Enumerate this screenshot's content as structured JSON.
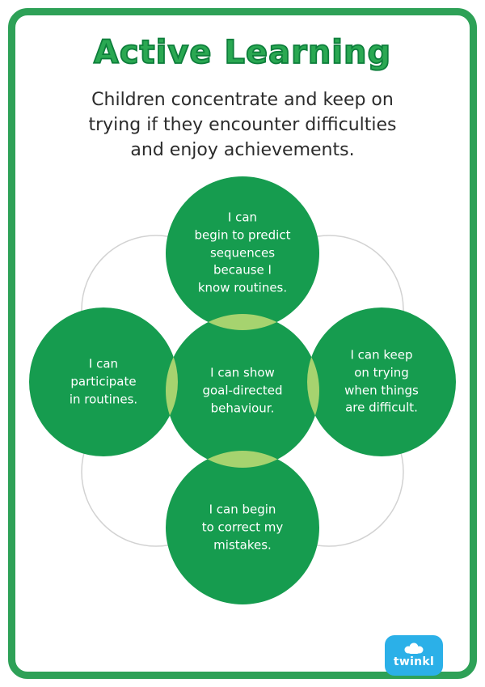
{
  "page": {
    "title": "Active Learning",
    "subtitle": "Children concentrate and keep on\ntrying if they encounter difficulties\nand enjoy achievements."
  },
  "diagram": {
    "circles": {
      "top": {
        "text": "I can\nbegin to predict\nsequences\nbecause I\nknow routines."
      },
      "left": {
        "text": "I can\nparticipate\nin routines."
      },
      "center": {
        "text": "I can show\ngoal-directed\nbehaviour."
      },
      "right": {
        "text": "I can keep\non trying\nwhen things\nare difficult."
      },
      "bottom": {
        "text": "I can begin\nto correct my\nmistakes."
      }
    }
  },
  "colors": {
    "circle_green": "#169c4f",
    "overlap_green": "#a6d36f",
    "border_green": "#2ea157",
    "title_green": "#2aa852",
    "logo_blue": "#2bb0e8"
  },
  "footer": {
    "logo_text": "twinkl"
  }
}
